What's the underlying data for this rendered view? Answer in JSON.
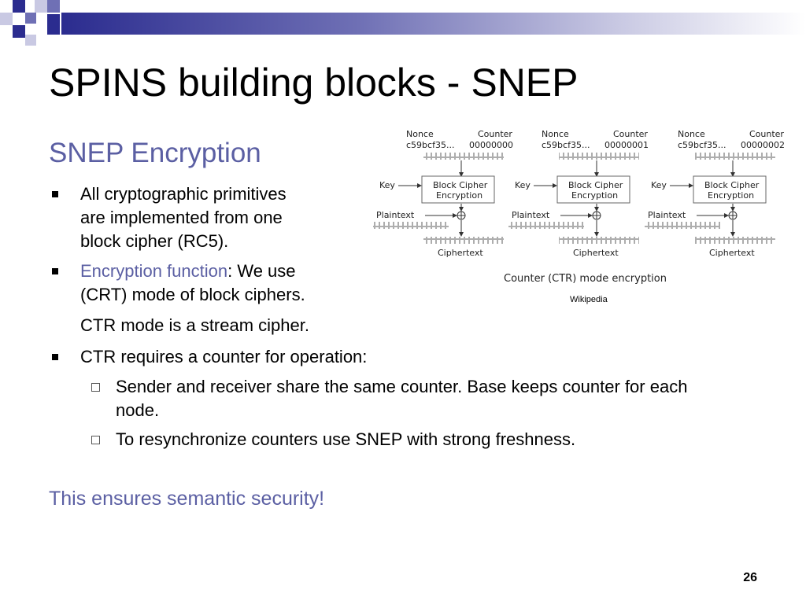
{
  "slide": {
    "title": "SPINS building blocks  - SNEP",
    "subtitle": "SNEP Encryption",
    "bullets": [
      {
        "lines": [
          "All cryptographic primitives",
          "are implemented from one",
          "block cipher (RC5)."
        ]
      },
      {
        "highlight": "Encryption function",
        "rest_line1": ": We use",
        "line2": "(CRT) mode of block ciphers.",
        "line3": "CTR mode is a stream cipher."
      },
      {
        "text": "CTR requires a counter for operation:"
      }
    ],
    "sub_bullets": [
      {
        "line1": "Sender and receiver share the same counter. Base keeps counter for each",
        "line2": "node."
      },
      {
        "line1": "To resynchronize counters use SNEP with strong freshness."
      }
    ],
    "conclusion": "This ensures semantic security!",
    "page_number": "26"
  },
  "diagram": {
    "caption": "Counter (CTR) mode encryption",
    "source": "Wikipedia",
    "nonce_label": "Nonce",
    "nonce_value": "c59bcf35...",
    "counter_label": "Counter",
    "counters": [
      "00000000",
      "00000001",
      "00000002"
    ],
    "key_label": "Key",
    "block_line1": "Block Cipher",
    "block_line2": "Encryption",
    "plaintext_label": "Plaintext",
    "ciphertext_label": "Ciphertext"
  },
  "colors": {
    "accent": "#5b5fa3",
    "bar_dark": "#2b2c8f"
  }
}
